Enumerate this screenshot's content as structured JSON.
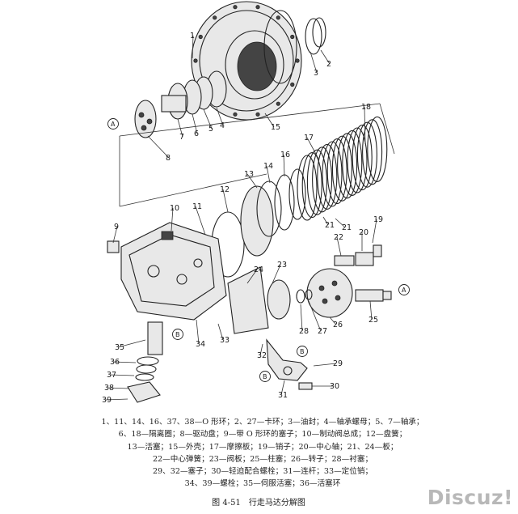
{
  "callouts": [
    "1",
    "2",
    "3",
    "4",
    "5",
    "6",
    "7",
    "8",
    "9",
    "10",
    "11",
    "12",
    "13",
    "14",
    "15",
    "16",
    "17",
    "18",
    "19",
    "20",
    "21",
    "21",
    "22",
    "23",
    "24",
    "25",
    "26",
    "27",
    "28",
    "29",
    "30",
    "31",
    "32",
    "33",
    "34",
    "35",
    "36",
    "37",
    "38",
    "39"
  ],
  "reference_letters": [
    "A",
    "A",
    "B",
    "B",
    "B"
  ],
  "legend_lines": [
    "1、11、14、16、37、38—O 形环；2、27—卡环；3—油封；4—轴承螺母；5、7—轴承；",
    "6、18—隔离圈；8—驱动盘；9—带 O 形环的塞子；10—制动阀总成；12—盘簧；",
    "13—活塞；15—外壳；17—摩擦板；19—销子；20—中心轴；21、24—板；",
    "22—中心弹簧；23—阀板；25—柱塞；26—转子；28—衬塞；",
    "29、32—塞子；30—轻迫配合螺栓；31—连杆；33—定位销；",
    "34、39—螺栓；35—伺服活塞；36—活塞环"
  ],
  "caption": "图 4-51　行走马达分解图",
  "watermark": "Discuz!"
}
